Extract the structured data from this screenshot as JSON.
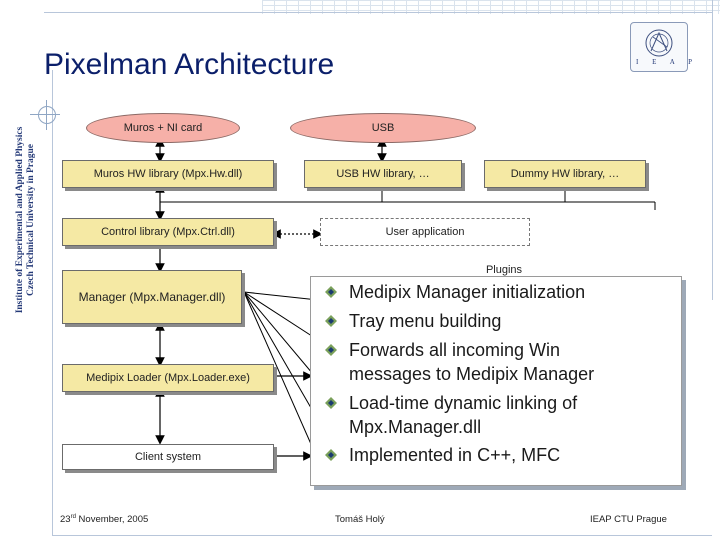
{
  "side_caption": {
    "line1": "Institute of Experimental and Applied Physics",
    "line2": "Czech Technical University in Prague"
  },
  "title": "Pixelman Architecture",
  "logo": {
    "letters": "I E A P"
  },
  "diagram": {
    "muros_ni": "Muros + NI card",
    "usb": "USB",
    "muros_hw": "Muros HW library (Mpx.Hw.dll)",
    "usb_hw": "USB HW library, …",
    "dummy_hw": "Dummy HW library, …",
    "control_lib": "Control library (Mpx.Ctrl.dll)",
    "user_app": "User application",
    "manager": "Manager (Mpx.Manager.dll)",
    "loader": "Medipix Loader (Mpx.Loader.exe)",
    "client": "Client system",
    "plugins": "Plugins"
  },
  "popup": {
    "bullets": [
      "Medipix Manager initialization",
      "Tray menu building",
      "Forwards all incoming Win",
      "messages to Medipix Manager",
      "Load-time dynamic linking of",
      "Mpx.Manager.dll",
      "Implemented in C++, MFC"
    ]
  },
  "footer": {
    "date_day": "23",
    "date_sup": "rd",
    "date_rest": " November, 2005",
    "author": "Tomáš Holý",
    "org": "IEAP CTU Prague"
  }
}
